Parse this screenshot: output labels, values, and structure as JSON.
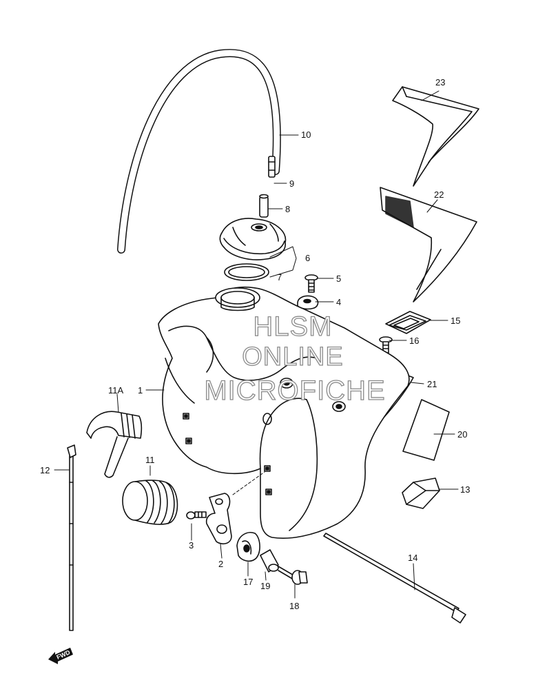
{
  "labels": {
    "p1": "1",
    "p2": "2",
    "p3": "3",
    "p4": "4",
    "p5": "5",
    "p6": "6",
    "p7": "7",
    "p8": "8",
    "p9": "9",
    "p10": "10",
    "p11": "11",
    "p11a": "11A",
    "p12": "12",
    "p13": "13",
    "p14": "14",
    "p15": "15",
    "p16": "16",
    "p17": "17",
    "p18": "18",
    "p19": "19",
    "p20": "20",
    "p21": "21",
    "p22": "22",
    "p23": "23"
  },
  "watermark": {
    "line1": "HLSM",
    "line2": "ONLINE",
    "line3": "MICROFICHE"
  },
  "fwd_badge": "FWD",
  "colors": {
    "line": "#111111",
    "watermark_stroke": "#8a8a8a",
    "background": "#ffffff"
  }
}
